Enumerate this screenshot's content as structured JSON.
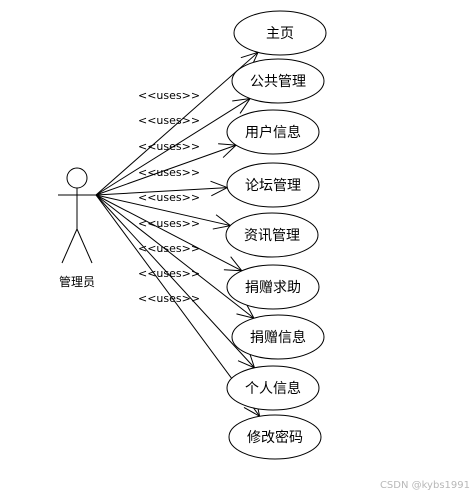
{
  "actor": {
    "label": "管理员"
  },
  "relation_label": "<<uses>>",
  "use_cases": [
    {
      "label": "主页"
    },
    {
      "label": "公共管理"
    },
    {
      "label": "用户信息"
    },
    {
      "label": "论坛管理"
    },
    {
      "label": "资讯管理"
    },
    {
      "label": "捐赠求助"
    },
    {
      "label": "捐赠信息"
    },
    {
      "label": "个人信息"
    },
    {
      "label": "修改密码"
    }
  ],
  "watermark": "CSDN @kybs1991"
}
